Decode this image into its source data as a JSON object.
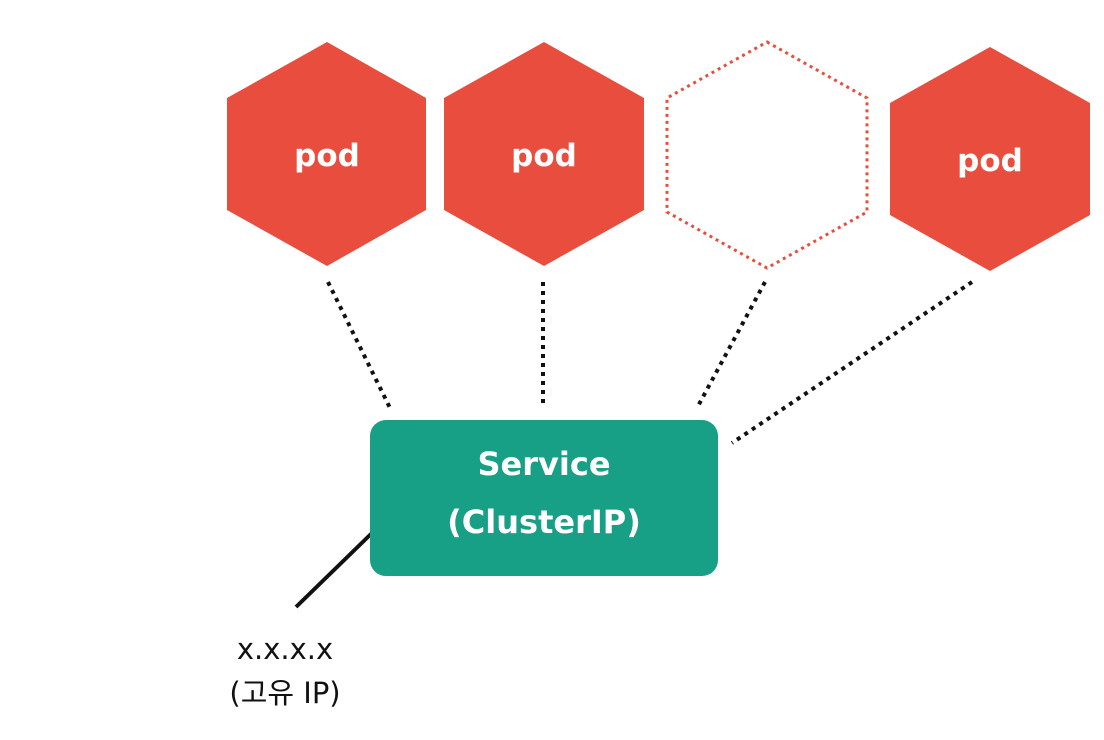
{
  "pods": [
    {
      "label": "pod",
      "state": "running"
    },
    {
      "label": "pod",
      "state": "running"
    },
    {
      "label": "",
      "state": "pending"
    },
    {
      "label": "pod",
      "state": "running"
    }
  ],
  "service": {
    "line1": "Service",
    "line2": "(ClusterIP)"
  },
  "ip": {
    "line1": "x.x.x.x",
    "line2": "(고유 IP)"
  },
  "colors": {
    "pod": "#e84d3d",
    "service": "#17a085",
    "connector": "#111111",
    "text_light": "#ffffff",
    "text_dark": "#111111"
  }
}
